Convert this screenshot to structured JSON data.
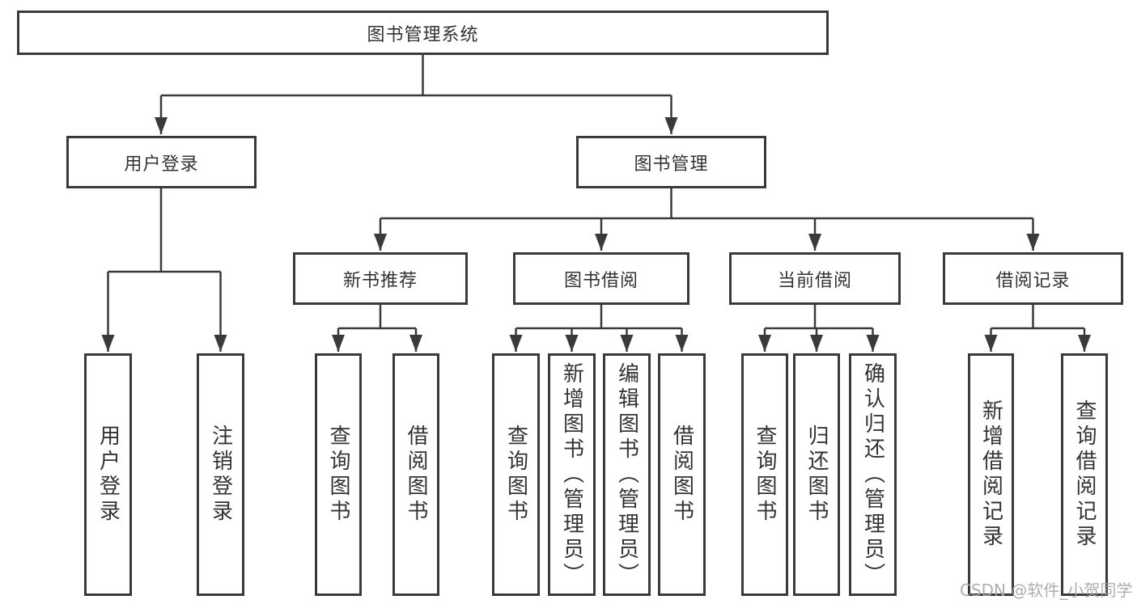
{
  "colors": {
    "line": "#3a3a3a",
    "border": "#3a3a3a",
    "fill": "#ffffff",
    "text": "#333333",
    "watermark": "#a6a6a6",
    "background": "#ffffff"
  },
  "diagram": {
    "root": {
      "label": "图书管理系统"
    },
    "level2": [
      {
        "label": "用户登录"
      },
      {
        "label": "图书管理"
      }
    ],
    "level3": [
      {
        "label": "新书推荐"
      },
      {
        "label": "图书借阅"
      },
      {
        "label": "当前借阅"
      },
      {
        "label": "借阅记录"
      }
    ],
    "leaves": {
      "user_login": [
        "用户登录",
        "注销登录"
      ],
      "new_book_recommend": [
        "查询图书",
        "借阅图书"
      ],
      "book_borrow": [
        "查询图书",
        "新增图书（管理员）",
        "编辑图书（管理员）",
        "借阅图书"
      ],
      "current_borrow": [
        "查询图书",
        "归还图书",
        "确认归还（管理员）"
      ],
      "borrow_record": [
        "新增借阅记录",
        "查询借阅记录"
      ]
    }
  },
  "watermark": {
    "text": "CSDN @软件_小贺同学"
  }
}
